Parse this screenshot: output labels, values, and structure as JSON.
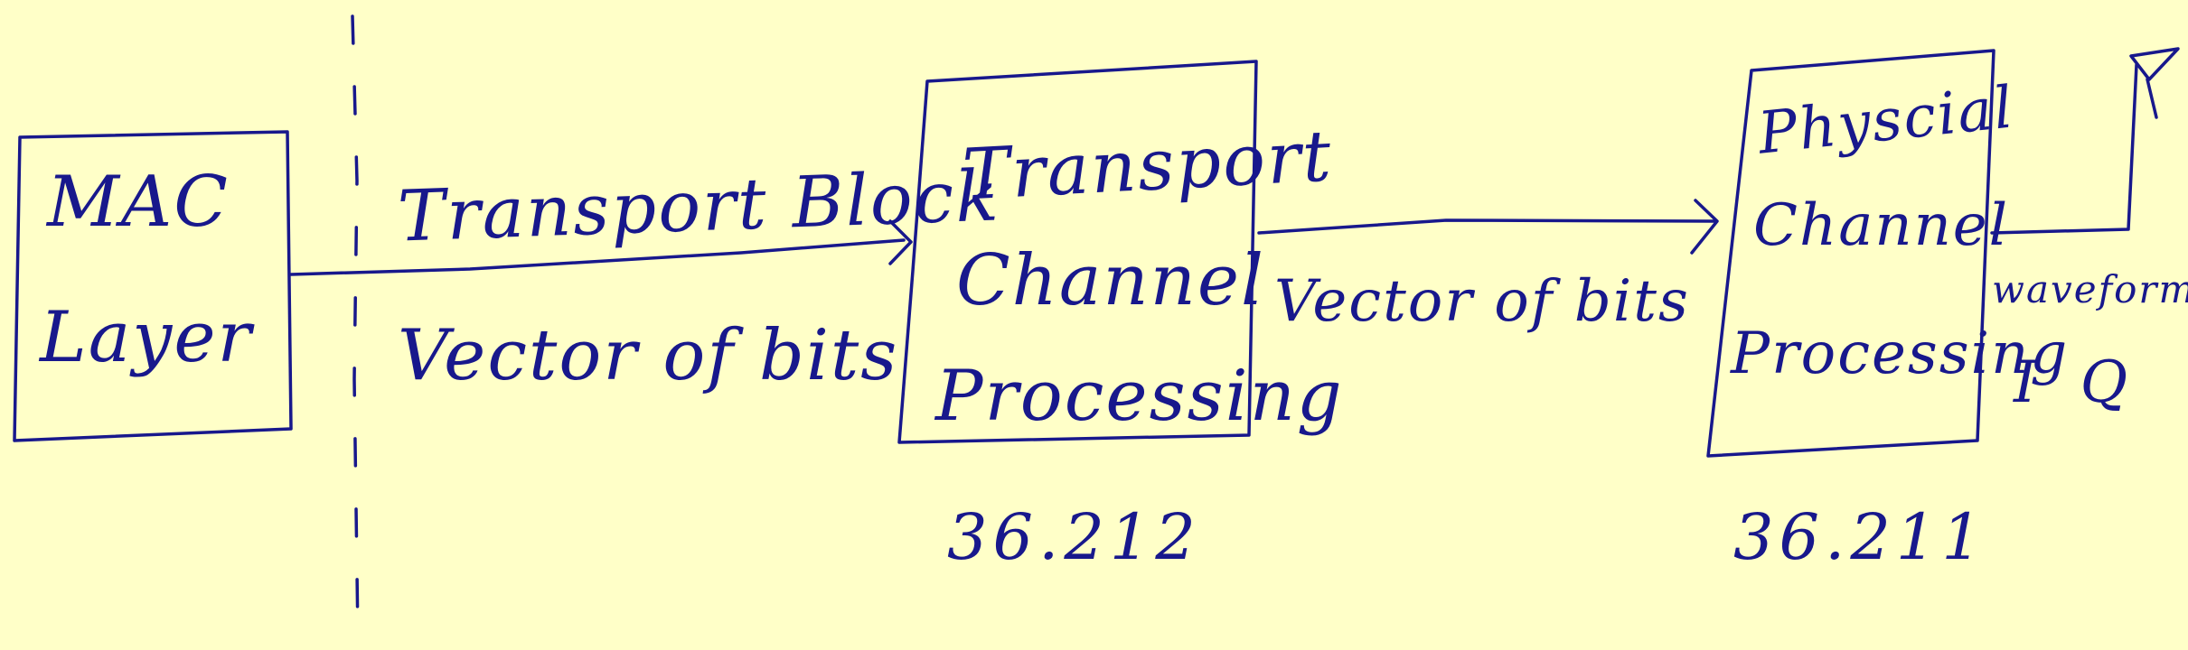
{
  "background": "#ffffc8",
  "ink": "#18188c",
  "blocks": {
    "mac": {
      "line1": "MAC",
      "line2": "Layer"
    },
    "transport_channel": {
      "line1": "Transport",
      "line2": "Channel",
      "line3": "Processing",
      "spec": "36.212"
    },
    "physical_channel": {
      "line1": "Physcial",
      "line2": "Channel",
      "line3": "Processing",
      "spec": "36.211"
    }
  },
  "arrows": {
    "mac_to_transport": {
      "above": "Transport Block",
      "below": "Vector of bits"
    },
    "transport_to_physical": {
      "below": "Vector of bits"
    },
    "physical_to_antenna": {
      "line1": "waveform",
      "line2": "I Q"
    }
  },
  "icons": [
    "antenna-icon"
  ]
}
